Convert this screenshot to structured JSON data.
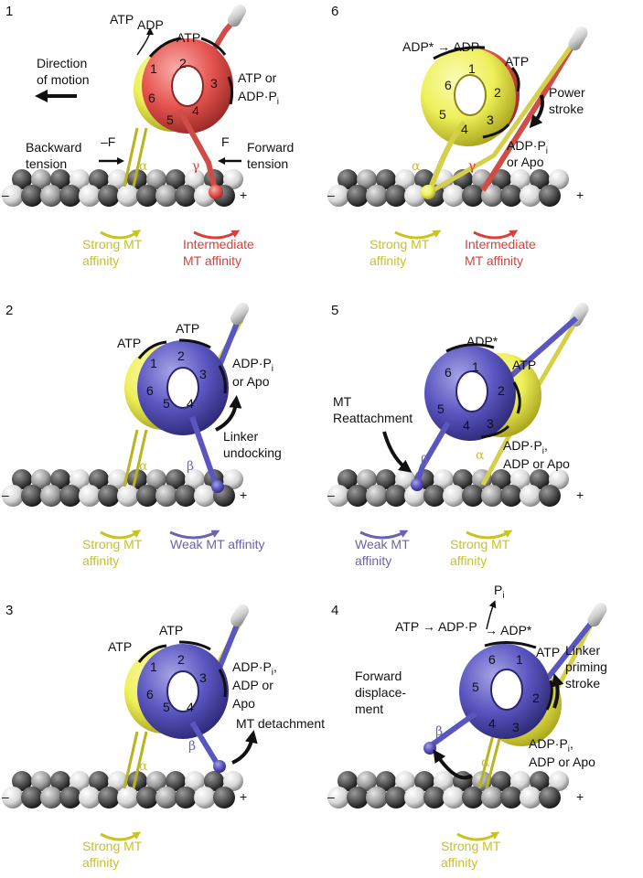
{
  "colors": {
    "yellow_head": "#eef05a",
    "red_head": "#e65550",
    "blue_head": "#5a56c0",
    "yellow_text": "#c9c221",
    "red_text": "#d8403a",
    "blue_text": "#6a64ae"
  },
  "common": {
    "minus": "–",
    "plus": "+",
    "alpha": "α",
    "beta": "β",
    "gamma": "γ",
    "pos1": "1",
    "pos2": "2",
    "pos3": "3",
    "pos4": "4",
    "pos5": "5",
    "pos6": "6"
  },
  "panel1": {
    "number": "1",
    "atp_adp_left": "ATP",
    "atp_adp_right": "ADP",
    "atp_top": "ATP",
    "atp_or": "ATP or",
    "adp_pi": "ADP·P",
    "sub_i": "i",
    "direction_line1": "Direction",
    "direction_line2": "of motion",
    "backward_line1": "Backward",
    "backward_line2": "tension",
    "minus_f": "–F",
    "f": "F",
    "forward_line1": "Forward",
    "forward_line2": "tension",
    "strong_line1": "Strong MT",
    "strong_line2": "affinity",
    "inter_line1": "Intermediate",
    "inter_line2": "MT affinity"
  },
  "panel2": {
    "number": "2",
    "atp_left": "ATP",
    "atp_top": "ATP",
    "adp_pi": "ADP·P",
    "sub_i": "i",
    "or_apo": "or Apo",
    "linker_line1": "Linker",
    "linker_line2": "undocking",
    "strong_line1": "Strong MT",
    "strong_line2": "affinity",
    "weak": "Weak MT affinity"
  },
  "panel3": {
    "number": "3",
    "atp_left": "ATP",
    "atp_top": "ATP",
    "adp_pi": "ADP·P",
    "sub_i": "i",
    "comma": ",",
    "adp_or": "ADP or",
    "apo": "Apo",
    "detach": "MT detachment",
    "strong_line1": "Strong MT",
    "strong_line2": "affinity"
  },
  "panel4": {
    "number": "4",
    "pi": "P",
    "sub_i": "i",
    "atp_chain_a": "ATP → ADP·P",
    "atp_chain_b": "→ ADP*",
    "atp_right": "ATP",
    "forward_line1": "Forward",
    "forward_line2": "displace-",
    "forward_line3": "ment",
    "priming_line1": "Linker",
    "priming_line2": "priming",
    "priming_line3": "stroke",
    "adp_pi": "ADP·P",
    "comma": ",",
    "adp_or_apo": "ADP or Apo",
    "strong_line1": "Strong MT",
    "strong_line2": "affinity"
  },
  "panel5": {
    "number": "5",
    "adp_star": "ADP*",
    "atp": "ATP",
    "reattach_line1": "MT",
    "reattach_line2": "Reattachment",
    "adp_pi": "ADP·P",
    "sub_i": "i",
    "comma": ",",
    "adp_or_apo": "ADP or Apo",
    "weak_line1": "Weak MT",
    "weak_line2": "affinity",
    "strong_line1": "Strong MT",
    "strong_line2": "affinity"
  },
  "panel6": {
    "number": "6",
    "adp_chain": "ADP* → ADP",
    "atp": "ATP",
    "power_line1": "Power",
    "power_line2": "stroke",
    "adp_pi": "ADP·P",
    "sub_i": "i",
    "or_apo": "or Apo",
    "strong_line1": "Strong MT",
    "strong_line2": "affinity",
    "inter_line1": "Intermediate",
    "inter_line2": "MT affinity"
  }
}
